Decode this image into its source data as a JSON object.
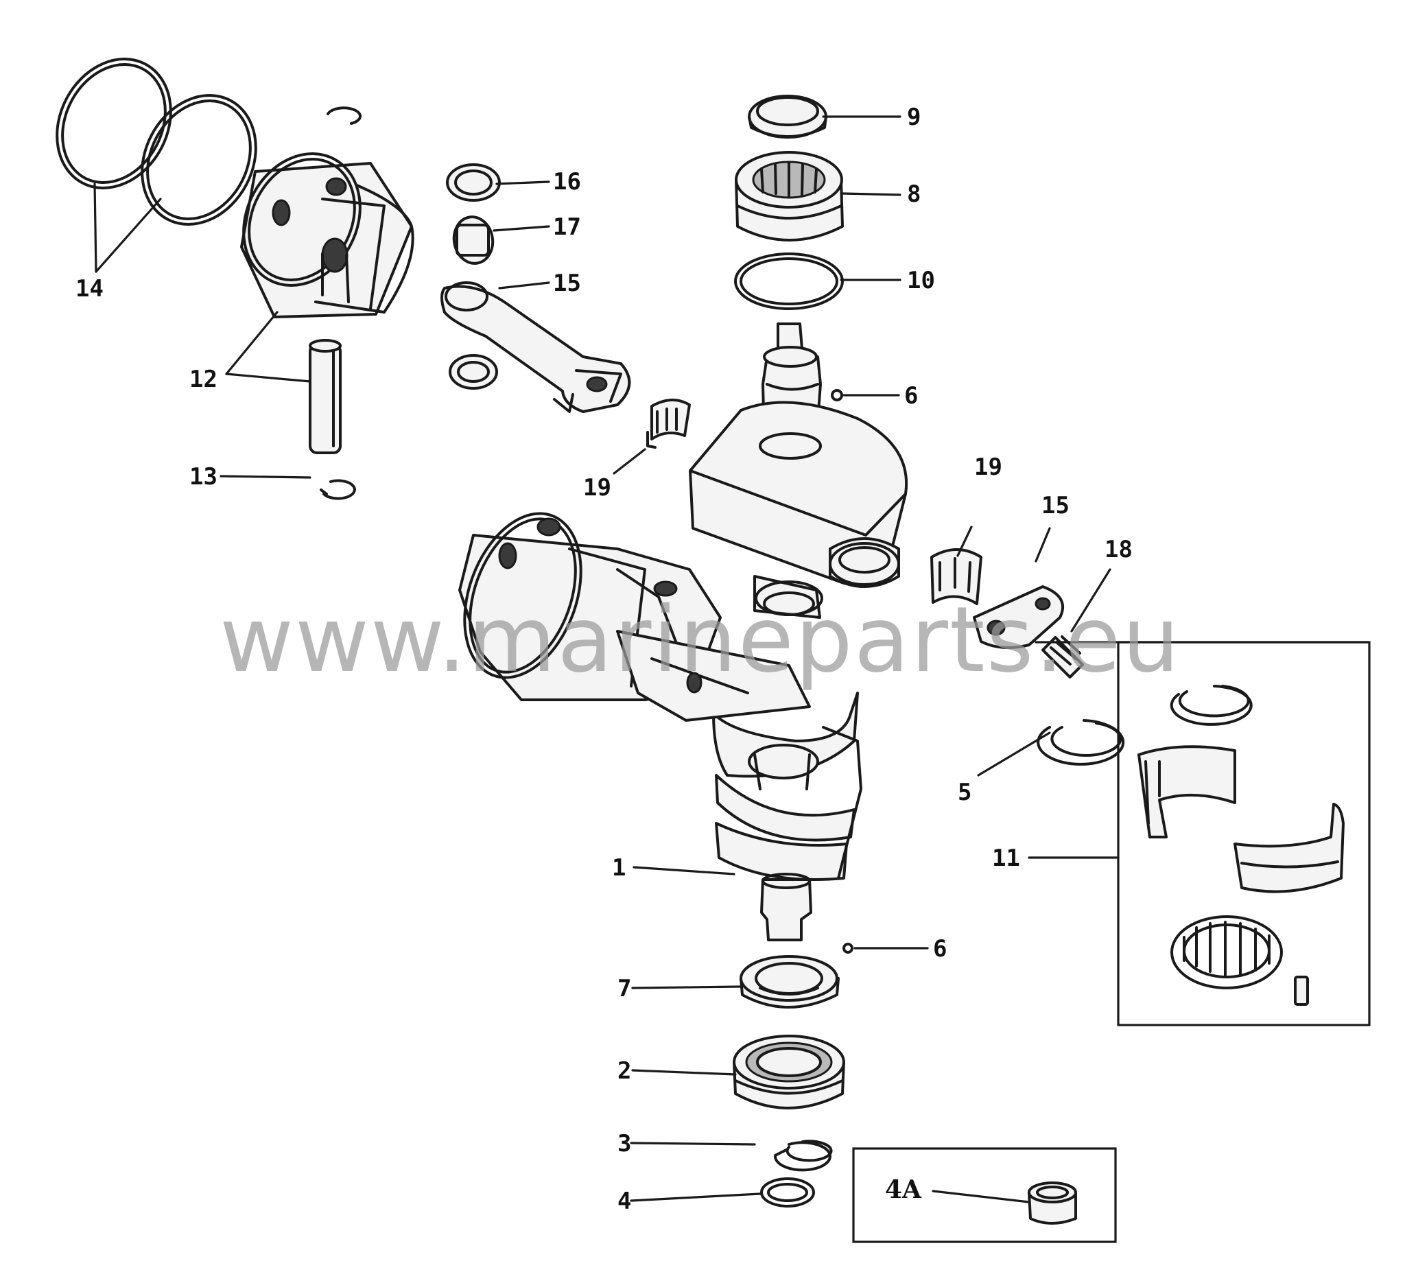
{
  "callouts": {
    "c1": "1",
    "c2": "2",
    "c3": "3",
    "c4": "4",
    "c4a": "4A",
    "c5": "5",
    "c6_top": "6",
    "c6_bottom": "6",
    "c7": "7",
    "c8": "8",
    "c9": "9",
    "c10": "10",
    "c11": "11",
    "c12": "12",
    "c13": "13",
    "c14": "14",
    "c15_top": "15",
    "c15_right": "15",
    "c16": "16",
    "c17": "17",
    "c18": "18",
    "c19_left": "19",
    "c19_right": "19"
  },
  "watermark": "www.marineparts.eu"
}
